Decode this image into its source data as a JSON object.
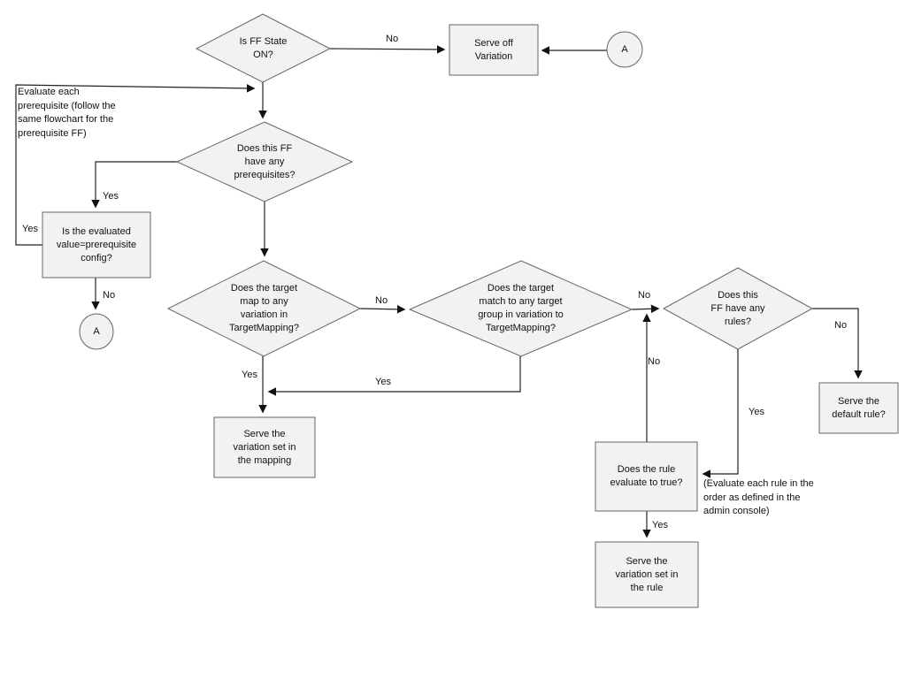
{
  "colors": {
    "background": "#ffffff",
    "shape_fill": "#f2f2f2",
    "shape_border": "#666666",
    "connector": "#222222",
    "text": "#111111"
  },
  "nodes": {
    "ff_state": {
      "label": "Is FF State\nON?"
    },
    "serve_off": {
      "label": "Serve off\nVariation"
    },
    "connector_a_top": {
      "label": "A"
    },
    "prereqs": {
      "label": "Does this FF\nhave any\nprerequisites?"
    },
    "eval_value": {
      "label": "Is the evaluated\nvalue=prerequisite\nconfig?"
    },
    "connector_a_bottom": {
      "label": "A"
    },
    "target_map": {
      "label": "Does the target\nmap to any\nvariation in\nTargetMapping?"
    },
    "target_group": {
      "label": "Does the target\nmatch to any target\ngroup in variation to\nTargetMapping?"
    },
    "has_rules": {
      "label": "Does this\nFF have any\nrules?"
    },
    "serve_mapping": {
      "label": "Serve the\nvariation set in\nthe mapping"
    },
    "rule_eval": {
      "label": "Does the rule\nevaluate to true?"
    },
    "serve_rule": {
      "label": "Serve the\nvariation set in\nthe rule"
    },
    "serve_default": {
      "label": "Serve the\ndefault rule?"
    }
  },
  "notes": {
    "prereq_note": {
      "label": "Evaluate each\nprerequisite (follow the\nsame flowchart for the\nprerequisite FF)"
    },
    "rules_note": {
      "label": "(Evaluate each rule in the\norder as defined in the\nadmin console)"
    }
  },
  "edge_labels": {
    "no_off": "No",
    "yes_prereq": "Yes",
    "yes_eval": "Yes",
    "no_eval": "No",
    "no_map": "No",
    "no_group": "No",
    "no_rule_eval": "No",
    "no_rules": "No",
    "yes_map": "Yes",
    "yes_group": "Yes",
    "yes_rules": "Yes",
    "yes_rule_eval": "Yes"
  }
}
